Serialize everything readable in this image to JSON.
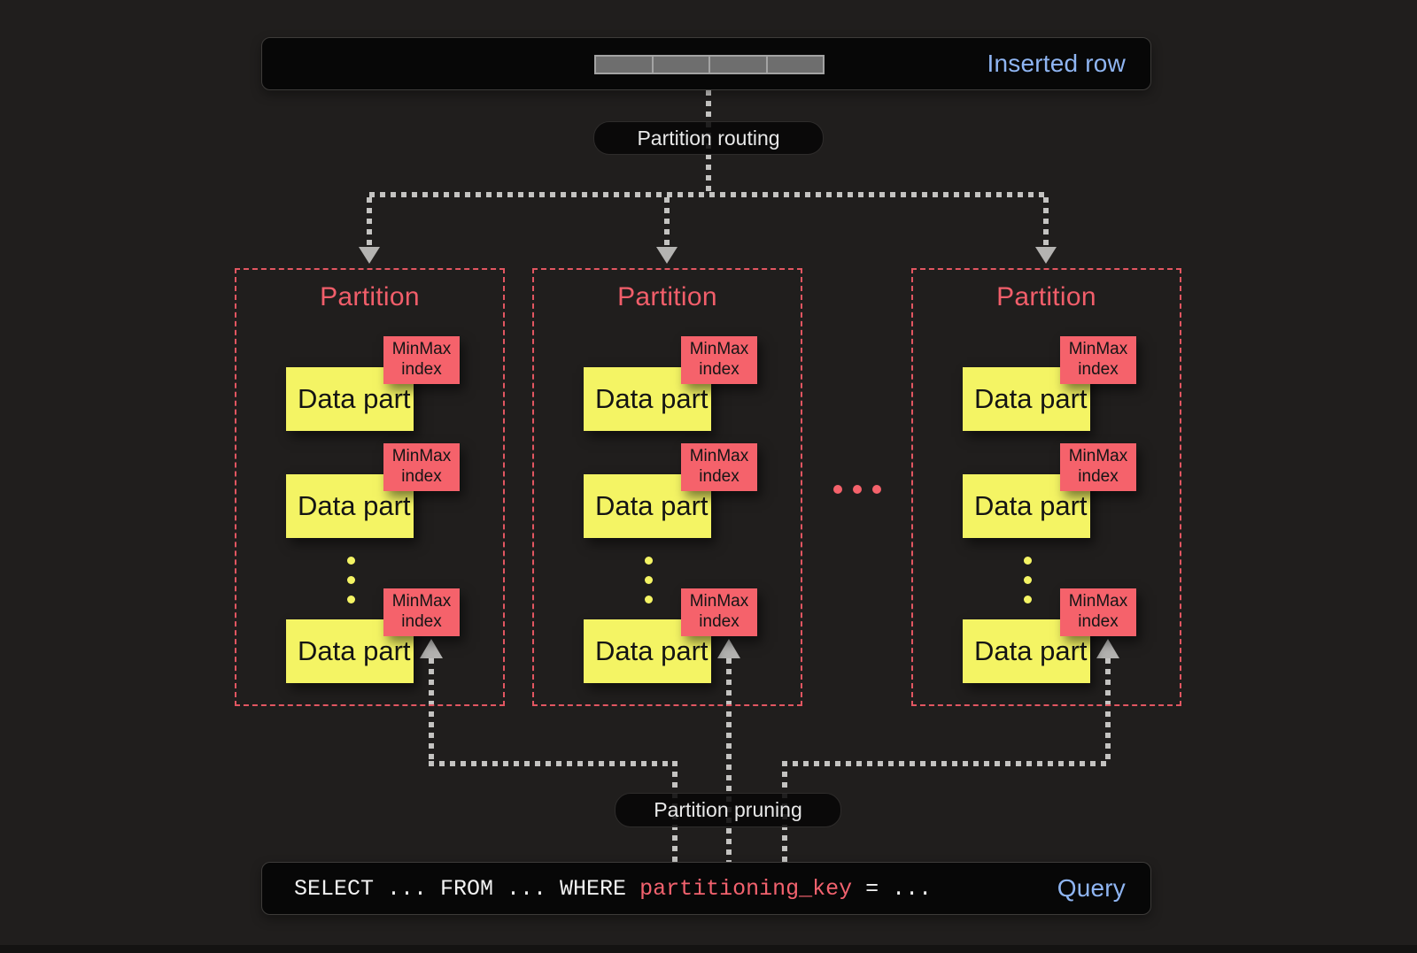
{
  "colors": {
    "background": "#201e1d",
    "panel_background": "#070707",
    "accent_blue": "#8fb5f2",
    "accent_red": "#f15e6a",
    "partition_border_red": "#e25661",
    "data_part_yellow": "#f4f464",
    "minmax_red": "#f5626b",
    "connector_gray": "#c4c3c1"
  },
  "top_panel": {
    "label": "Inserted row",
    "segment_count": 4
  },
  "labels": {
    "routing": "Partition routing",
    "pruning": "Partition pruning"
  },
  "partitions": [
    {
      "title": "Partition",
      "parts": [
        {
          "label": "Data part",
          "index": "MinMax index"
        },
        {
          "label": "Data part",
          "index": "MinMax index"
        },
        {
          "label": "Data part",
          "index": "MinMax index"
        }
      ],
      "more_indicator": "⋮"
    },
    {
      "title": "Partition",
      "parts": [
        {
          "label": "Data part",
          "index": "MinMax index"
        },
        {
          "label": "Data part",
          "index": "MinMax index"
        },
        {
          "label": "Data part",
          "index": "MinMax index"
        }
      ],
      "more_indicator": "⋮"
    },
    {
      "title": "Partition",
      "parts": [
        {
          "label": "Data part",
          "index": "MinMax index"
        },
        {
          "label": "Data part",
          "index": "MinMax index"
        },
        {
          "label": "Data part",
          "index": "MinMax index"
        }
      ],
      "more_indicator": "⋮"
    }
  ],
  "more_partitions_indicator": "...",
  "query_panel": {
    "select": "SELECT ... FROM ... WHERE ",
    "key": "partitioning_key",
    "tail": " = ...",
    "label": "Query"
  }
}
